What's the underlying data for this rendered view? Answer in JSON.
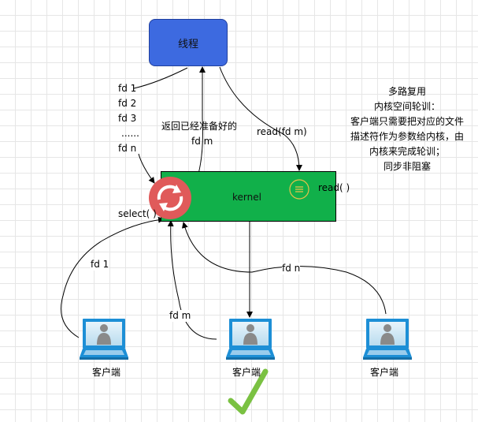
{
  "thread": {
    "label": "线程"
  },
  "kernel": {
    "label": "kernel",
    "read_label": "read( )"
  },
  "select_label": "select( )",
  "fd_list": [
    "fd 1",
    "fd 2",
    "fd 3",
    "......",
    "fd n"
  ],
  "return_label": {
    "line1": "返回已经准备好的",
    "line2": "fd m"
  },
  "read_call": "read(fd m)",
  "note": [
    "多路复用",
    "内核空间轮训：",
    "客户端只需要把对应的文件",
    "描述符作为参数给内核，由",
    "内核来完成轮训；",
    "同步非阻塞"
  ],
  "edges": {
    "fd1": "fd 1",
    "fdm": "fd m",
    "fdn": "fd n"
  },
  "clients": [
    "客户端",
    "客户端",
    "客户端"
  ],
  "colors": {
    "thread": "#3d6ae0",
    "kernel": "#11b04a",
    "select_icon": "#e05a5a",
    "laptop": "#1d8fd6",
    "check": "#7ac142"
  }
}
